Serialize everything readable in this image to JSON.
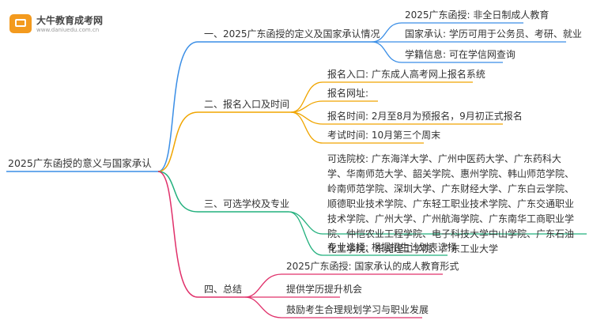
{
  "logo": {
    "title": "大牛教育成考网",
    "url": "www.daniuedu.com.cn"
  },
  "root": "2025广东函授的意义与国家承认",
  "branches": [
    {
      "label": "一、2025广东函授的定义及国家承认情况",
      "color": "#3a8ee6",
      "children": [
        "2025广东函授: 非全日制成人教育",
        "国家承认: 学历可用于公务员、考研、就业",
        "学籍信息: 可在学信网查询"
      ]
    },
    {
      "label": "二、报名入口及时间",
      "color": "#f0a500",
      "children": [
        "报名入口: 广东成人高考网上报名系统",
        "报名网址:",
        "报名时间: 2月至8月为预报名，9月初正式报名",
        "考试时间: 10月第三个周末"
      ]
    },
    {
      "label": "三、可选学校及专业",
      "color": "#22b07d",
      "children": [
        "可选院校: 广东海洋大学、广州中医药大学、广东药科大学、华南师范大学、韶关学院、惠州学院、韩山师范学院、岭南师范学院、深圳大学、广东财经大学、广东白云学院、顺德职业技术学院、广东轻工职业技术学院、广东交通职业技术学院、广州大学、广州航海学院、广东南华工商职业学院、仲恺农业工程学院、电子科技大学中山学院、广东石油化工学院、东莞理工学院、广东工业大学",
        "专业选择: 根据招生计划表选择"
      ]
    },
    {
      "label": "四、总结",
      "color": "#e0306a",
      "children": [
        "2025广东函授: 国家承认的成人教育形式",
        "提供学历提升机会",
        "鼓励考生合理规划学习与职业发展"
      ]
    }
  ]
}
